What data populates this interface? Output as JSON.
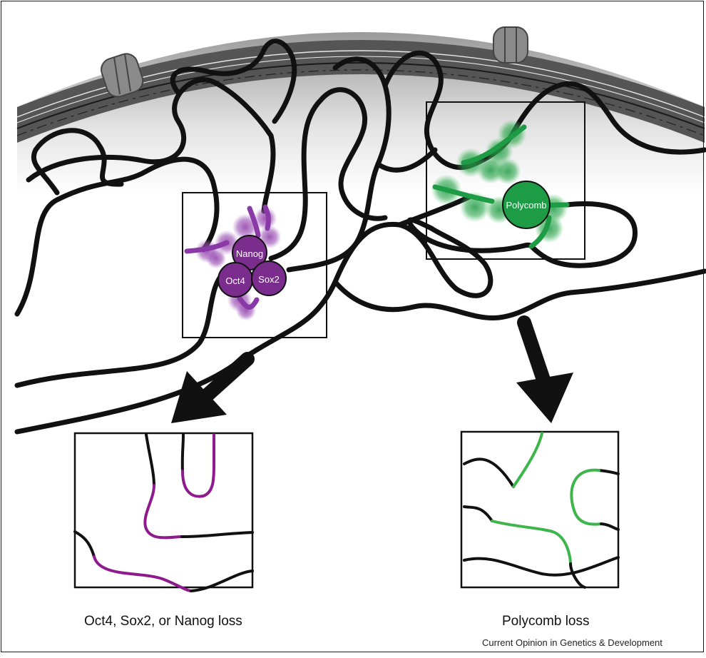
{
  "labels": {
    "nanog": "Nanog",
    "oct4": "Oct4",
    "sox2": "Sox2",
    "polycomb": "Polycomb"
  },
  "captions": {
    "left": "Oct4, Sox2, or Nanog loss",
    "right": "Polycomb loss"
  },
  "credit": "Current Opinion in Genetics & Development",
  "colors": {
    "chromatin": "#111111",
    "pluripotency_factor": "#7b2d8e",
    "pluripotency_glow": "#9a4fb5",
    "polycomb_factor": "#1e9b45",
    "polycomb_glow": "#2fa84f",
    "inset_purple": "#8e1a8e",
    "inset_green": "#3db54a",
    "envelope": "#555555",
    "pore": "#8a8a8a"
  }
}
